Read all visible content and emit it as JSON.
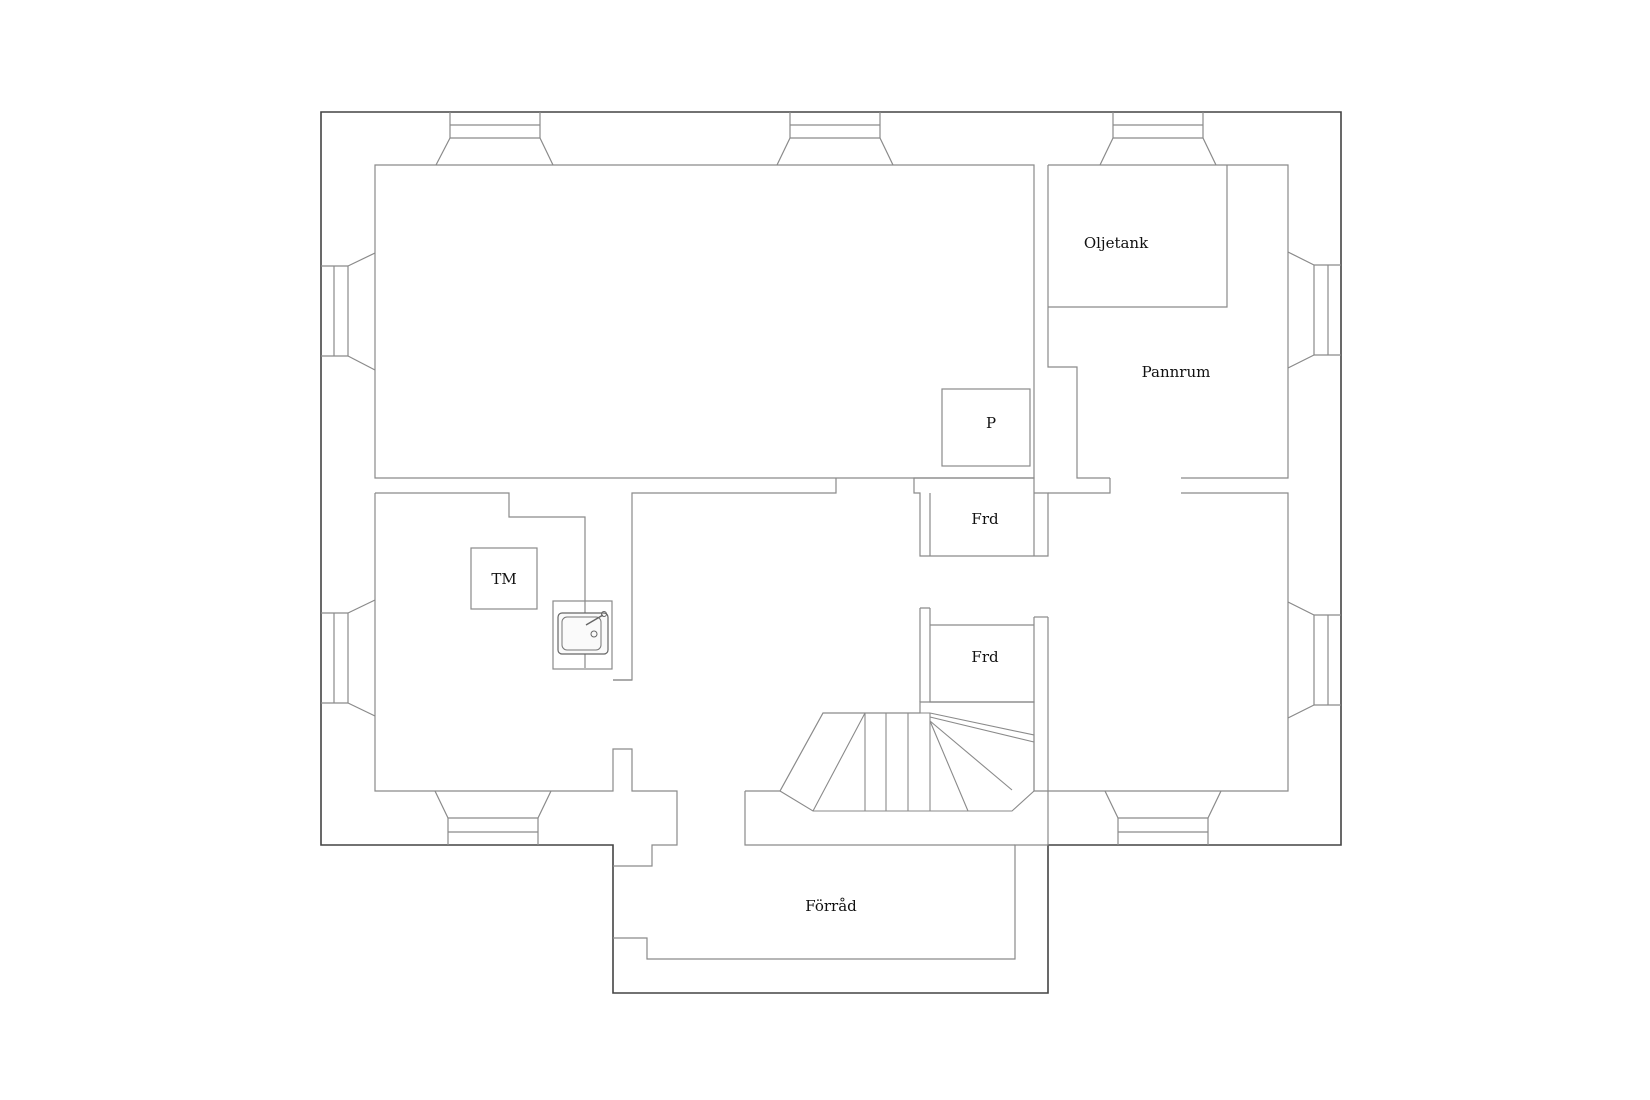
{
  "rooms": {
    "oljetank": "Oljetank",
    "pannrum": "Pannrum",
    "p": "P",
    "frd_upper": "Frd",
    "frd_lower": "Frd",
    "tm": "TM",
    "forrad": "Förråd"
  },
  "icons": {
    "sink": "sink-icon",
    "stairs": "staircase"
  },
  "colors": {
    "wall": "#8a8a8a",
    "outer_wall": "#444444",
    "text": "#111111",
    "background": "#ffffff"
  }
}
